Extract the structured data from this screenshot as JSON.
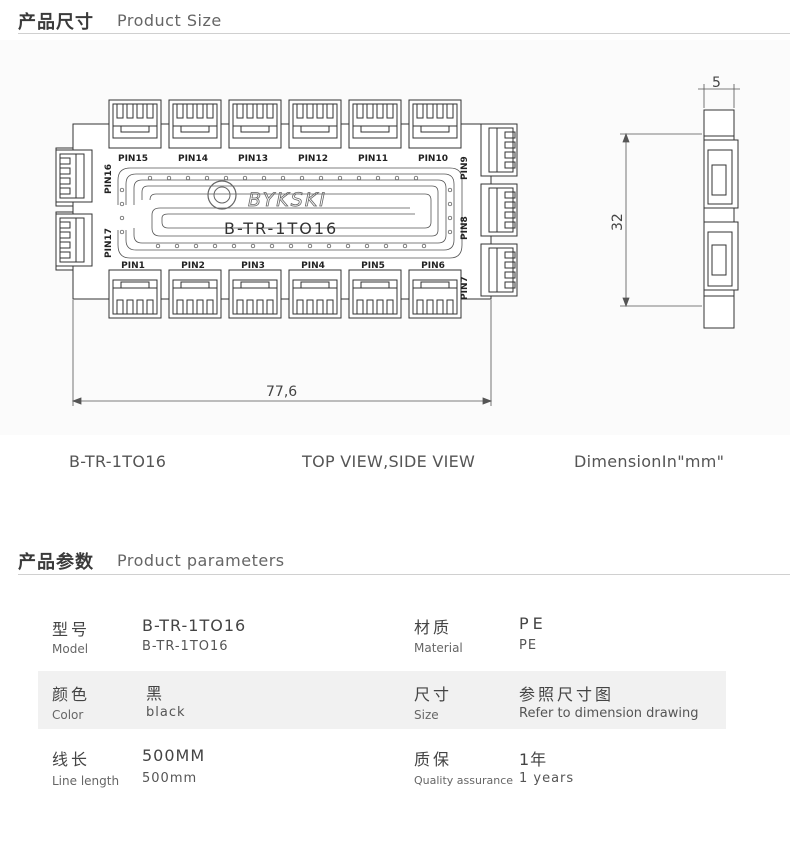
{
  "size_section": {
    "title_cn": "产品尺寸",
    "title_en": "Product Size"
  },
  "drawing": {
    "pins_top": [
      "PIN15",
      "PIN14",
      "PIN13",
      "PIN12",
      "PIN11",
      "PIN10"
    ],
    "pins_bottom": [
      "PIN1",
      "PIN2",
      "PIN3",
      "PIN4",
      "PIN5",
      "PIN6"
    ],
    "pins_left": [
      "PIN16",
      "PIN17"
    ],
    "pins_right": [
      "PIN9",
      "PIN8",
      "PIN7"
    ],
    "logo_text": "BYKSKI",
    "board_label": "B-TR-1TO16",
    "width_dim": "77,6",
    "height_dim": "32",
    "depth_dim": "5"
  },
  "captions": {
    "model": "B-TR-1TO16",
    "views": "TOP VIEW,SIDE VIEW",
    "unit": "DimensionIn\"mm\""
  },
  "params_section": {
    "title_cn": "产品参数",
    "title_en": "Product parameters"
  },
  "params": [
    {
      "left": {
        "label_cn": "型号",
        "label_en": "Model",
        "value_cn": "B-TR-1TO16",
        "value_en": "B-TR-1TO16"
      },
      "right": {
        "label_cn": "材质",
        "label_en": "Material",
        "value_cn": "PE",
        "value_en": "PE"
      }
    },
    {
      "left": {
        "label_cn": "颜色",
        "label_en": "Color",
        "value_cn": "黑",
        "value_en": "black"
      },
      "right": {
        "label_cn": "尺寸",
        "label_en": "Size",
        "value_cn": "参照尺寸图",
        "value_en": "Refer to dimension drawing"
      }
    },
    {
      "left": {
        "label_cn": "线长",
        "label_en": "Line length",
        "value_cn": "500MM",
        "value_en": "500mm"
      },
      "right": {
        "label_cn": "质保",
        "label_en": "Quality assurance",
        "value_cn": "1年",
        "value_en": "1 years"
      }
    }
  ]
}
